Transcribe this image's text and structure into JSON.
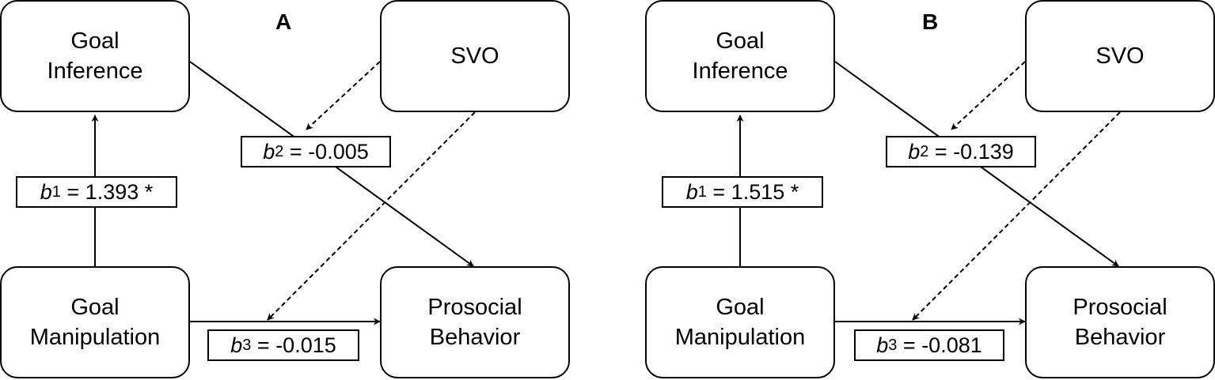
{
  "panels": [
    {
      "title": "A",
      "nodes": {
        "goal_inference": [
          "Goal",
          "Inference"
        ],
        "svo": [
          "SVO"
        ],
        "goal_manipulation": [
          "Goal",
          "Manipulation"
        ],
        "prosocial_behavior": [
          "Prosocial",
          "Behavior"
        ]
      },
      "paths": {
        "b1": {
          "var": "b",
          "sub": "1",
          "value": "= 1.393 *"
        },
        "b2": {
          "var": "b",
          "sub": "2",
          "value": "= -0.005"
        },
        "b3": {
          "var": "b",
          "sub": "3",
          "value": "= -0.015"
        }
      }
    },
    {
      "title": "B",
      "nodes": {
        "goal_inference": [
          "Goal",
          "Inference"
        ],
        "svo": [
          "SVO"
        ],
        "goal_manipulation": [
          "Goal",
          "Manipulation"
        ],
        "prosocial_behavior": [
          "Prosocial",
          "Behavior"
        ]
      },
      "paths": {
        "b1": {
          "var": "b",
          "sub": "1",
          "value": "= 1.515 *"
        },
        "b2": {
          "var": "b",
          "sub": "2",
          "value": "= -0.139"
        },
        "b3": {
          "var": "b",
          "sub": "3",
          "value": "= -0.081"
        }
      }
    }
  ]
}
